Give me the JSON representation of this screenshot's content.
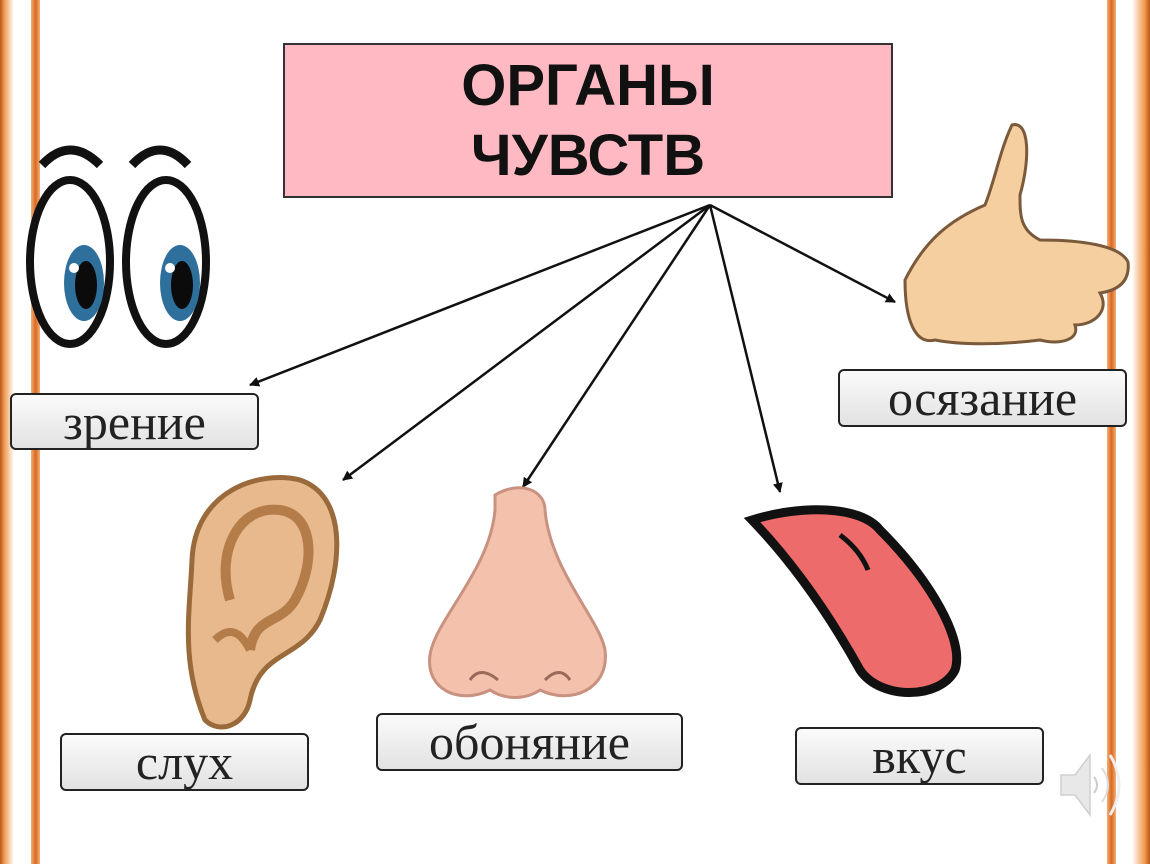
{
  "title": {
    "line1": "ОРГАНЫ",
    "line2": "ЧУВСТВ"
  },
  "senses": [
    {
      "label": "зрение",
      "icon": "eyes-icon"
    },
    {
      "label": "слух",
      "icon": "ear-icon"
    },
    {
      "label": "обоняние",
      "icon": "nose-icon"
    },
    {
      "label": "вкус",
      "icon": "tongue-icon"
    },
    {
      "label": "осязание",
      "icon": "hand-icon"
    }
  ],
  "colors": {
    "title_bg": "#ffb9c3",
    "border_orange": "#e07a2a"
  }
}
